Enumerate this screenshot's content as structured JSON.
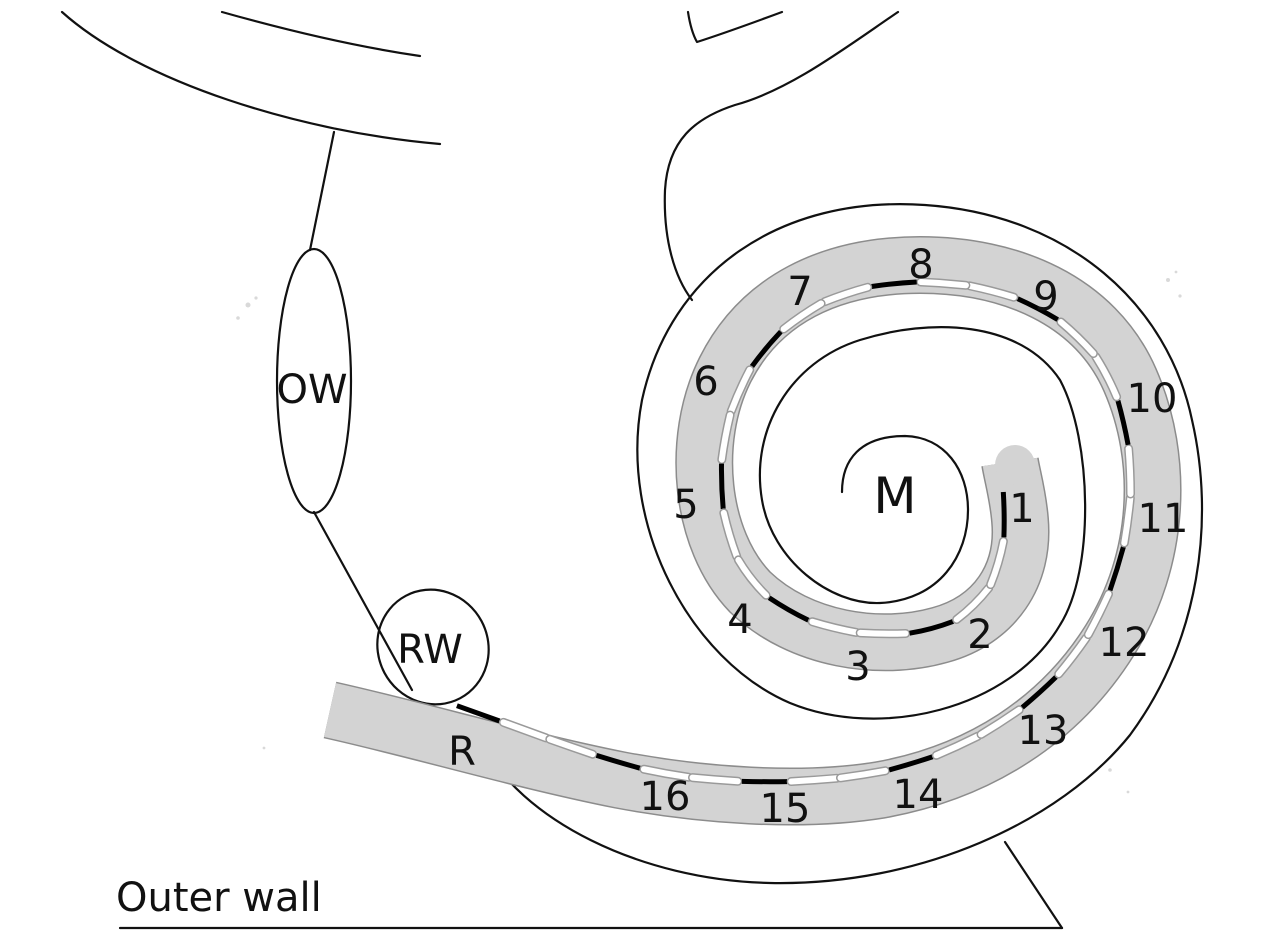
{
  "labels": {
    "oval_window": "OW",
    "round_window": "RW",
    "modiolus": "M",
    "round_window_region": "R",
    "outer_wall": "Outer wall"
  },
  "electrodes": [
    "1",
    "2",
    "3",
    "4",
    "5",
    "6",
    "7",
    "8",
    "9",
    "10",
    "11",
    "12",
    "13",
    "14",
    "15",
    "16"
  ],
  "colors": {
    "outline": "#111111",
    "electrode_array": "#d3d3d3",
    "array_edge": "#8c8c8c",
    "active_contact": "#000000",
    "inactive_contact": "#ffffff"
  }
}
